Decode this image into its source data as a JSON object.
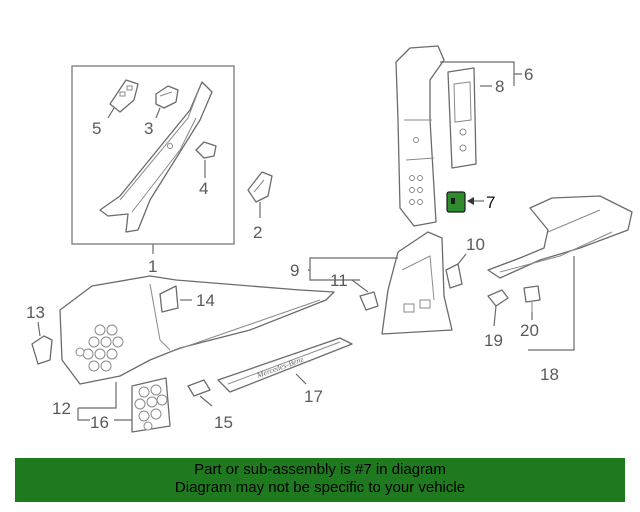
{
  "callouts": {
    "c1": "1",
    "c2": "2",
    "c3": "3",
    "c4": "4",
    "c5": "5",
    "c6": "6",
    "c7": "7",
    "c8": "8",
    "c9": "9",
    "c10": "10",
    "c11": "11",
    "c12": "12",
    "c13": "13",
    "c14": "14",
    "c15": "15",
    "c16": "16",
    "c17": "17",
    "c18": "18",
    "c19": "19",
    "c20": "20"
  },
  "sill_lettering": "Mercedes-Benz",
  "highlight_color": "#2e8b2e",
  "banner": {
    "line1": "Part or sub-assembly is #7 in diagram",
    "line2": "Diagram may not be specific to your vehicle",
    "color": "#1f7a1f"
  }
}
